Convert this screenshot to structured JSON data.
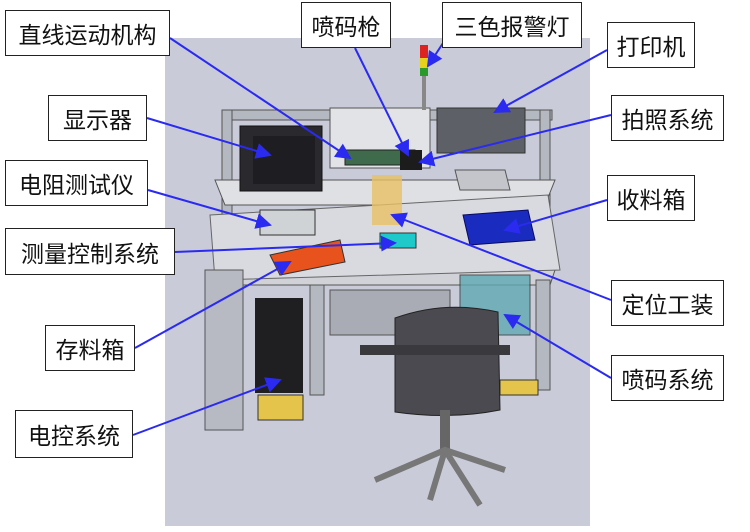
{
  "title": "工作站结构示意图",
  "colors": {
    "background": "#c9cbd9",
    "arrow": "#2a2af0",
    "frame": "#b8bcc4"
  },
  "labels": {
    "linear_motion": "直线运动机构",
    "inkjet_gun": "喷码枪",
    "tricolor_alarm_light": "三色报警灯",
    "printer": "打印机",
    "display": "显示器",
    "camera_system": "拍照系统",
    "resistance_tester": "电阻测试仪",
    "receiving_box": "收料箱",
    "measurement_control": "测量控制系统",
    "storage_box": "存料箱",
    "positioning_fixture": "定位工装",
    "inkjet_system": "喷码系统",
    "electrical_control": "电控系统"
  }
}
